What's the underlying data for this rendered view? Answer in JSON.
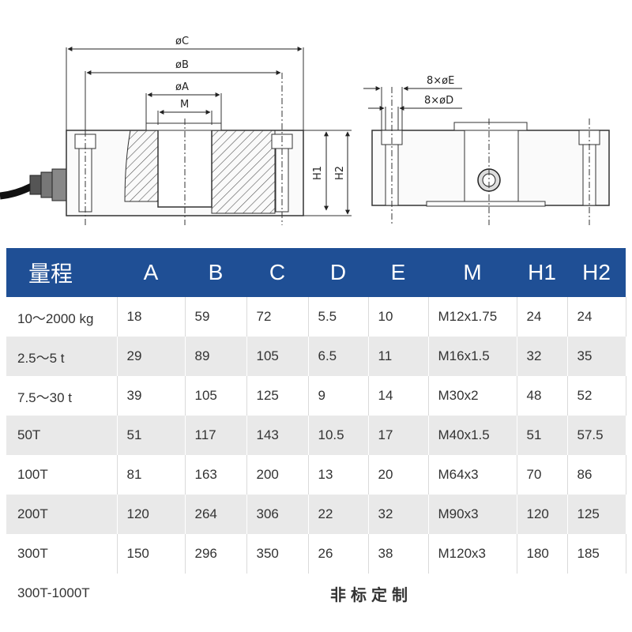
{
  "drawing": {
    "labels": {
      "phi_c": "øC",
      "phi_b": "øB",
      "phi_a": "øA",
      "m": "M",
      "h1": "H1",
      "h2": "H2",
      "holes_e": "8×øE",
      "holes_d": "8×øD"
    }
  },
  "table": {
    "headers": [
      "量程",
      "A",
      "B",
      "C",
      "D",
      "E",
      "M",
      "H1",
      "H2"
    ],
    "rows": [
      [
        "10～2000 kg",
        "18",
        "59",
        "72",
        "5.5",
        "10",
        "M12x1.75",
        "24",
        "24"
      ],
      [
        "2.5～5 t",
        "29",
        "89",
        "105",
        "6.5",
        "11",
        "M16x1.5",
        "32",
        "35"
      ],
      [
        "7.5～30 t",
        "39",
        "105",
        "125",
        "9",
        "14",
        "M30x2",
        "48",
        "52"
      ],
      [
        "50T",
        "51",
        "117",
        "143",
        "10.5",
        "17",
        "M40x1.5",
        "51",
        "57.5"
      ],
      [
        "100T",
        "81",
        "163",
        "200",
        "13",
        "20",
        "M64x3",
        "70",
        "86"
      ],
      [
        "200T",
        "120",
        "264",
        "306",
        "22",
        "32",
        "M90x3",
        "120",
        "125"
      ],
      [
        "300T",
        "150",
        "296",
        "350",
        "26",
        "38",
        "M120x3",
        "180",
        "185"
      ]
    ],
    "footer": {
      "range": "300T-1000T",
      "note": "非标定制"
    }
  },
  "colors": {
    "header_bg": "#1f4f95",
    "row_alt": "#e9e9e9"
  }
}
